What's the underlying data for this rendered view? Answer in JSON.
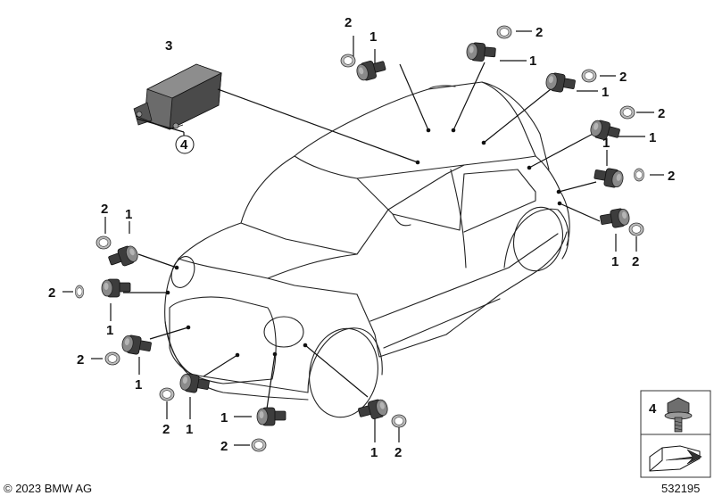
{
  "diagram": {
    "callouts": {
      "sensor": "1",
      "ring": "2",
      "control_unit": "3",
      "screw": "4"
    }
  },
  "footer": {
    "copyright": "© 2023 BMW AG",
    "diagram_number": "532195"
  },
  "inset": {
    "label": "4"
  }
}
